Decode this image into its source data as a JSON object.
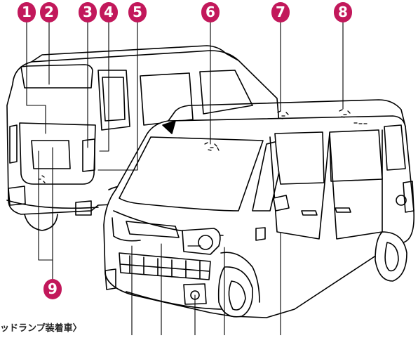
{
  "callouts": [
    {
      "label": "1",
      "color": "#c2185b"
    },
    {
      "label": "2",
      "color": "#c2185b"
    },
    {
      "label": "3",
      "color": "#c2185b"
    },
    {
      "label": "4",
      "color": "#c2185b"
    },
    {
      "label": "5",
      "color": "#c2185b"
    },
    {
      "label": "6",
      "color": "#c2185b"
    },
    {
      "label": "7",
      "color": "#c2185b"
    },
    {
      "label": "8",
      "color": "#c2185b"
    },
    {
      "label": "9",
      "color": "#c2185b"
    }
  ],
  "caption": "ッドランプ装着車〉"
}
